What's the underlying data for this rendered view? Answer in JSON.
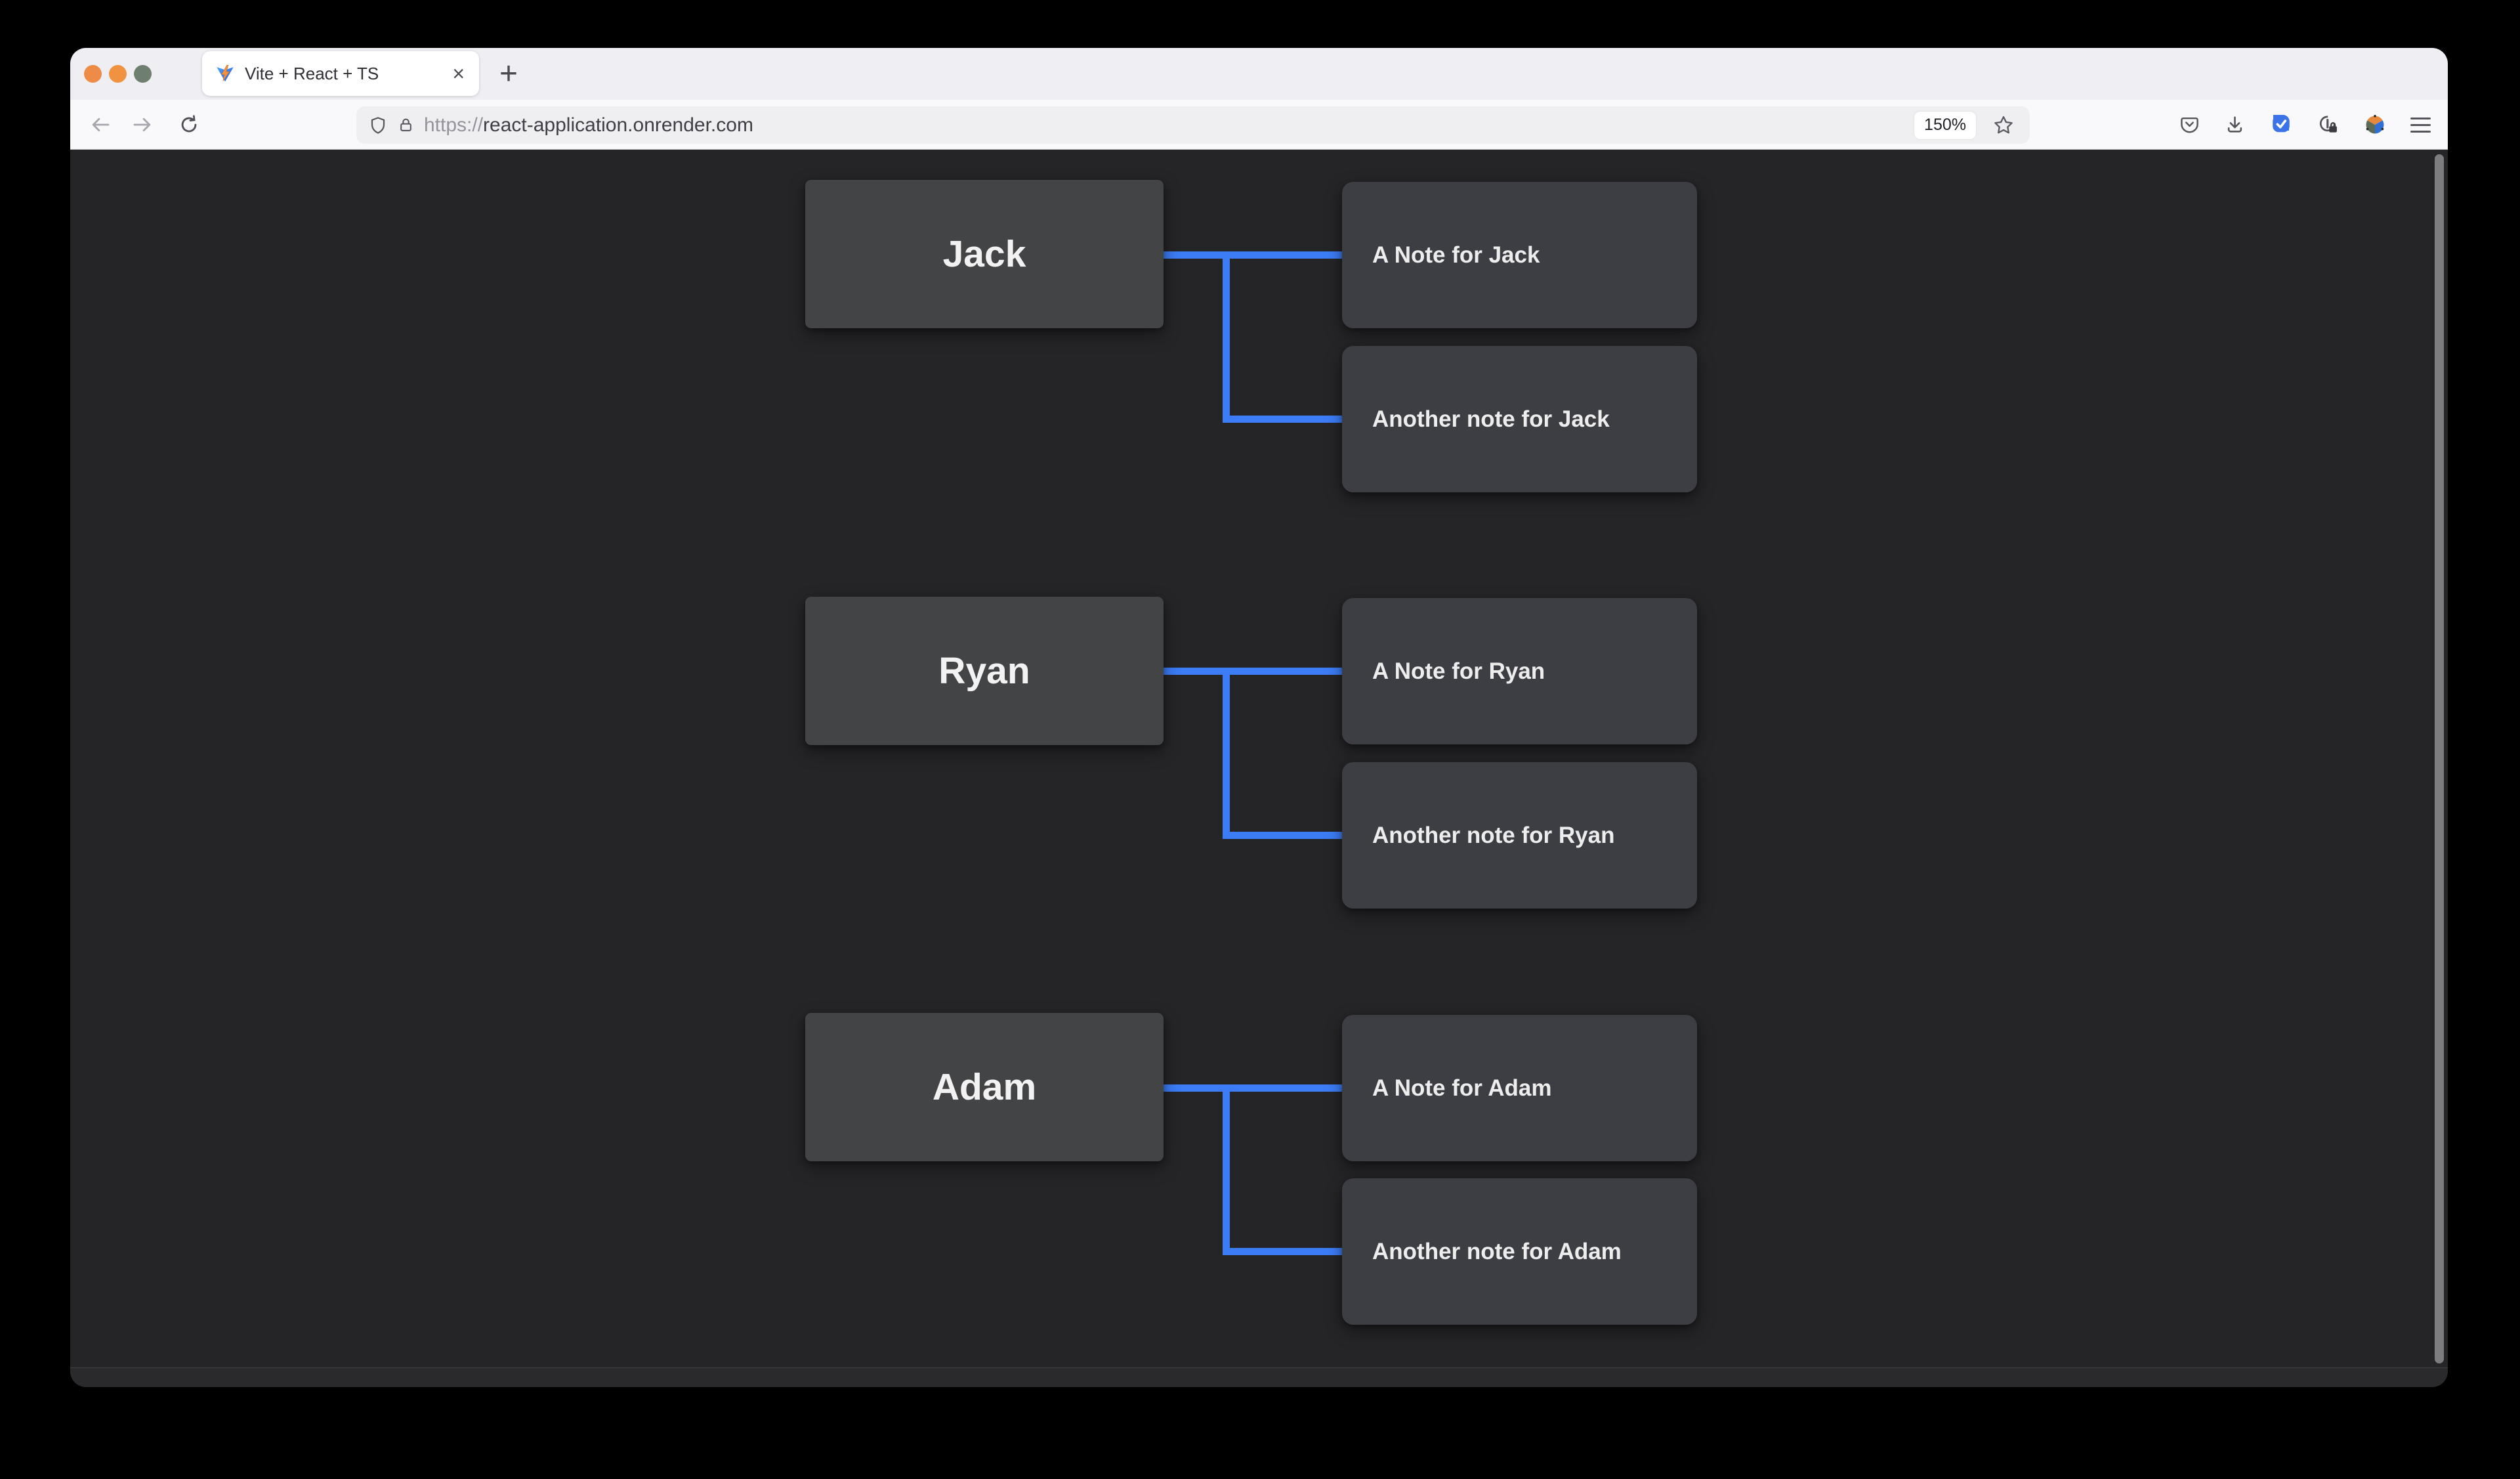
{
  "browser": {
    "window_controls": [
      "close-button",
      "minimize-button",
      "zoom-button"
    ],
    "tab": {
      "title": "Vite + React + TS",
      "close_glyph": "×"
    },
    "new_tab_glyph": "+",
    "address_bar": {
      "scheme": "https://",
      "host": "react-application.onrender.com",
      "zoom_level": "150%"
    },
    "toolbar_icons": [
      "pocket-icon",
      "download-icon",
      "extension-check-icon",
      "privacy-lock-icon",
      "extension-pinwheel-icon",
      "menu-icon"
    ]
  },
  "canvas": {
    "edge_color": "#3c7df7",
    "groups": [
      {
        "person": "Jack",
        "notes": [
          "A Note for Jack",
          "Another note for Jack"
        ]
      },
      {
        "person": "Ryan",
        "notes": [
          "A Note for Ryan",
          "Another note for Ryan"
        ]
      },
      {
        "person": "Adam",
        "notes": [
          "A Note for Adam",
          "Another note for Adam"
        ]
      }
    ]
  },
  "colors": {
    "accent_blue": "#3c7df7",
    "canvas_bg": "#252528",
    "person_node_bg": "#434446",
    "note_node_bg": "#3c3e43",
    "chrome_bg": "#efeff3",
    "toolbar_bg": "#f9f9fb"
  }
}
